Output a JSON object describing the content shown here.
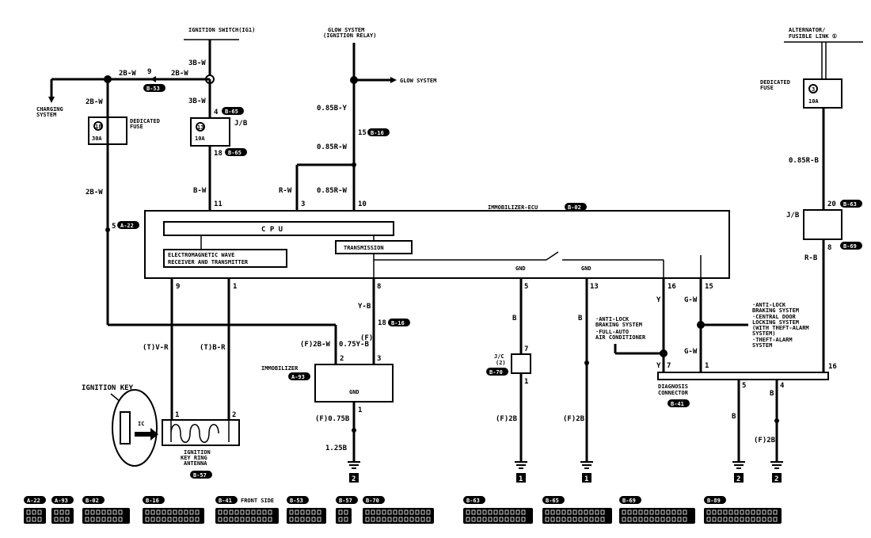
{
  "diagram": {
    "title": "IMMOBILIZER-ECU wiring diagram",
    "sources": {
      "ignition_switch": "IGNITION SWITCH(IG1)",
      "glow_relay": [
        "GLOW SYSTEM",
        "(IGNITION RELAY)"
      ],
      "glow_system": "GLOW SYSTEM",
      "alternator": [
        "ALTERNATOR/",
        "FUSIBLE LINK ①"
      ],
      "charging_system": [
        "CHARGING",
        "SYSTEM"
      ]
    },
    "fuses": {
      "left_dedicated": {
        "label": [
          "DEDICATED",
          "FUSE"
        ],
        "num": "18",
        "amp": "30A"
      },
      "jb_fuse": {
        "label": "J/B",
        "num": "13",
        "amp": "10A"
      },
      "right_dedicated": {
        "label": [
          "DEDICATED",
          "FUSE"
        ],
        "num": "3",
        "amp": "10A"
      }
    },
    "wires": {
      "w_3bw_top": "3B-W",
      "w_2bw_a": "2B-W",
      "w_2bw_b": "2B-W",
      "w_3bw_mid": "3B-W",
      "w_2bw_left": "2B-W",
      "w_2bw_left2": "2B-W",
      "w_bw": "B-W",
      "w_rw": "R-W",
      "w_085by": "0.85B-Y",
      "w_085rw_a": "0.85R-W",
      "w_085rw_b": "0.85R-W",
      "w_085rb": "0.85R-B",
      "w_rb": "R-B",
      "w_tvr": "(T)V-R",
      "w_tbr": "(T)B-R",
      "w_yb": "Y-B",
      "w_f2bw": "(F)2B-W",
      "w_075yb": "0.75Y-B",
      "w_f": "(F)",
      "w_f075b": "(F)0.75B",
      "w_125b": "1.25B",
      "w_b1": "B",
      "w_b2": "B",
      "w_f2b1": "(F)2B",
      "w_f2b2": "(F)2B",
      "w_y": "Y",
      "w_gw1": "G-W",
      "w_gw2": "G-W",
      "w_y2": "Y",
      "w_b3": "B",
      "w_b4": "B",
      "w_f2b3": "(F)2B"
    },
    "pins": {
      "p9_top": "9",
      "p4": "4",
      "p18_jb": "18",
      "p15": "15",
      "p5_a22": "5",
      "p11": "11",
      "p3": "3",
      "p10": "10",
      "p20": "20",
      "p8_jb": "8",
      "p9": "9",
      "p1": "1",
      "p8": "8",
      "p5": "5",
      "p13": "13",
      "p16": "16",
      "p15b": "15",
      "p18_b16": "18",
      "p2_imm": "2",
      "p3_imm": "3",
      "p1_imm": "1",
      "p1_ant": "1",
      "p2_ant": "2",
      "p7_jc": "7",
      "p1_jc": "1",
      "p7_dc": "7",
      "p1_dc": "1",
      "p16_dc": "16",
      "p5_dc": "5",
      "p4_dc": "4"
    },
    "connector_tags": {
      "b53_top": "B-53",
      "b65_a": "B-65",
      "b65_b": "B-65",
      "b16_a": "B-16",
      "a22": "A-22",
      "b02": "B-02",
      "b63": "B-63",
      "b69": "B-69",
      "b16_b": "B-16",
      "a93": "A-93",
      "b57": "B-57",
      "b70": "B-70",
      "b41": "B-41"
    },
    "components": {
      "ecu": "IMMOBILIZER-ECU",
      "cpu": "C P U",
      "receiver": [
        "ELECTROMAGNETIC WAVE",
        "RECEIVER AND TRANSMITTER"
      ],
      "transmission": "TRANSMISSION",
      "gnd1": "GND",
      "gnd2": "GND",
      "immobilizer": "IMMOBILIZER",
      "imm_gnd": "GND",
      "ignition_key": "IGNITION KEY",
      "key_chip": "IC",
      "antenna": [
        "IGNITION",
        "KEY RING",
        "ANTENNA"
      ],
      "jc": [
        "J/C",
        "(2)"
      ],
      "jb_right": "J/B",
      "diag": [
        "DIAGNOSIS",
        "CONNECTOR"
      ],
      "abs_aircon": [
        "·ANTI-LOCK",
        " BRAKING SYSTEM",
        "·FULL-AUTO",
        " AIR CONDITIONER"
      ],
      "right_systems": [
        "·ANTI-LOCK",
        " BRAKING SYSTEM",
        "·CENTRAL DOOR",
        " LOCKING SYSTEM",
        " (WITH THEFT-ALARM",
        "  SYSTEM)",
        "·THEFT-ALARM",
        " SYSTEM"
      ]
    },
    "grounds": [
      "2",
      "1",
      "1",
      "2",
      "2"
    ],
    "legend": [
      {
        "tag": "A-22",
        "extra": ""
      },
      {
        "tag": "A-93",
        "extra": ""
      },
      {
        "tag": "B-02",
        "extra": ""
      },
      {
        "tag": "B-16",
        "extra": ""
      },
      {
        "tag": "B-41",
        "extra": "FRONT SIDE"
      },
      {
        "tag": "B-53",
        "extra": ""
      },
      {
        "tag": "B-57",
        "extra": ""
      },
      {
        "tag": "B-70",
        "extra": ""
      },
      {
        "tag": "B-63",
        "extra": ""
      },
      {
        "tag": "B-65",
        "extra": ""
      },
      {
        "tag": "B-69",
        "extra": ""
      },
      {
        "tag": "B-89",
        "extra": ""
      }
    ]
  }
}
